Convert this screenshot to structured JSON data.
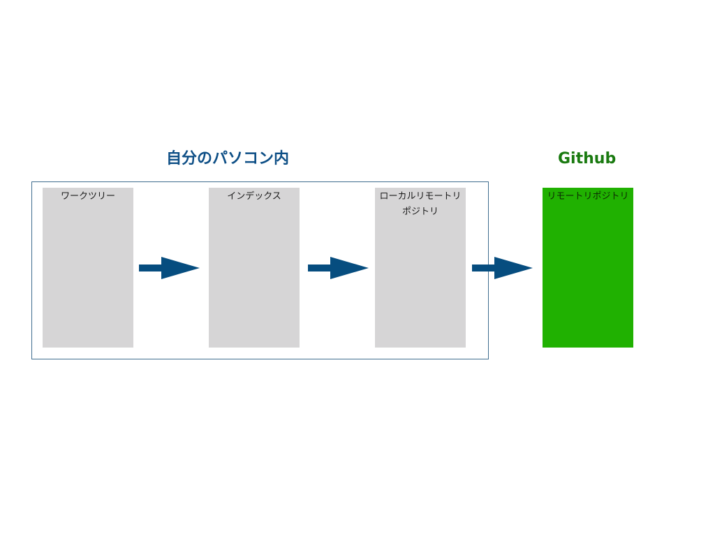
{
  "local": {
    "title": "自分のパソコン内",
    "title_color": "#0e4f86",
    "frame_color": "#3f6d8f",
    "stages": [
      {
        "label": "ワークツリー"
      },
      {
        "label": "インデックス"
      },
      {
        "label": "ローカルリモートリポジトリ"
      }
    ]
  },
  "remote": {
    "title": "Github",
    "title_color": "#1a7a10",
    "stages": [
      {
        "label": "リモートリポジトリ"
      }
    ]
  },
  "arrows": {
    "count": 3,
    "color": "#064d7f",
    "icon": "right-arrow-icon"
  },
  "colors": {
    "stage_box": "#d6d5d6",
    "remote_box": "#20b101"
  }
}
